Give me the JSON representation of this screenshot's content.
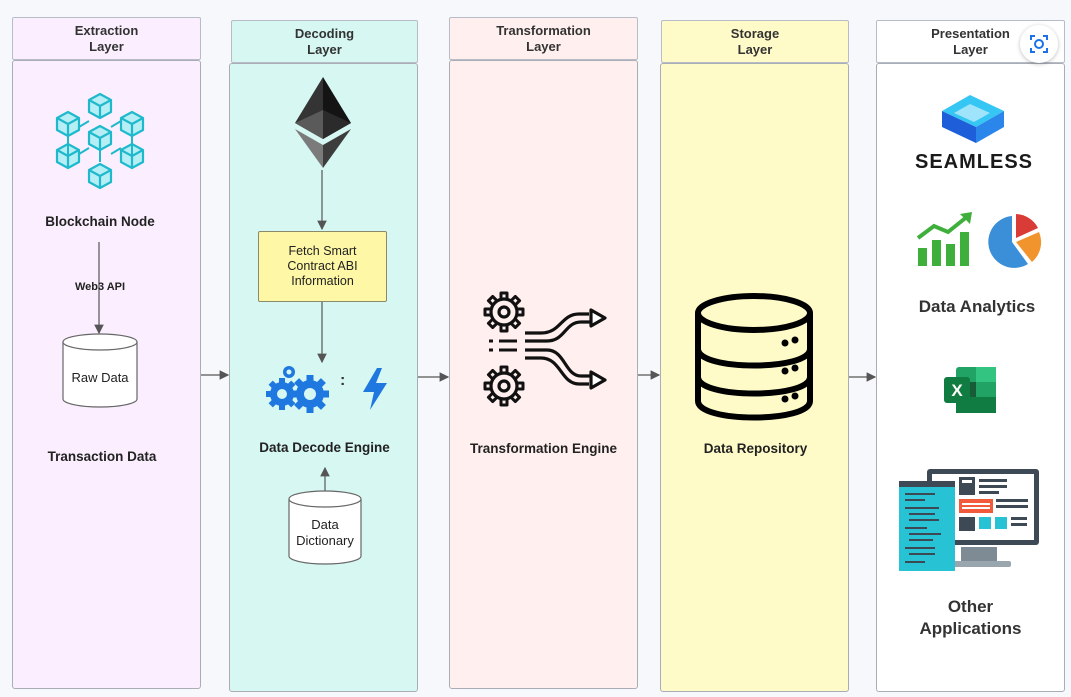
{
  "layers": {
    "extraction": {
      "header_line1": "Extraction",
      "header_line2": "Layer",
      "node_label": "Blockchain Node",
      "api_label": "Web3 API",
      "db_label": "Raw Data",
      "footer_label": "Transaction Data"
    },
    "decoding": {
      "header_line1": "Decoding",
      "header_line2": "Layer",
      "fetch_line1": "Fetch Smart",
      "fetch_line2": "Contract ABI",
      "fetch_line3": "Information",
      "colon": ":",
      "engine_label": "Data Decode Engine",
      "dict_line1": "Data",
      "dict_line2": "Dictionary"
    },
    "transformation": {
      "header_line1": "Transformation",
      "header_line2": "Layer",
      "engine_label": "Transformation Engine"
    },
    "storage": {
      "header_line1": "Storage",
      "header_line2": "Layer",
      "repo_label": "Data Repository"
    },
    "presentation": {
      "header_line1": "Presentation",
      "header_line2": "Layer",
      "seamless_label": "SEAMLESS",
      "analytics_label": "Data Analytics",
      "excel_letter": "X",
      "other_line1": "Other",
      "other_line2": "Applications"
    }
  },
  "icons": [
    "blockchain-cubes-icon",
    "ethereum-icon",
    "gears-icon",
    "lightning-icon",
    "transform-gears-arrows-icon",
    "database-icon",
    "seamless-logo-icon",
    "bar-chart-icon",
    "pie-chart-icon",
    "excel-icon",
    "monitor-apps-icon",
    "screenshot-scan-icon"
  ],
  "colors": {
    "extraction_bg": "#fbefff",
    "decoding_bg": "#d6f7f2",
    "transformation_bg": "#fff0ef",
    "storage_bg": "#fffbc9",
    "presentation_bg": "#ffffff",
    "fetch_box_bg": "#fdf7a6",
    "accent_cyan": "#27c2d4",
    "accent_blue": "#1f78e0"
  }
}
